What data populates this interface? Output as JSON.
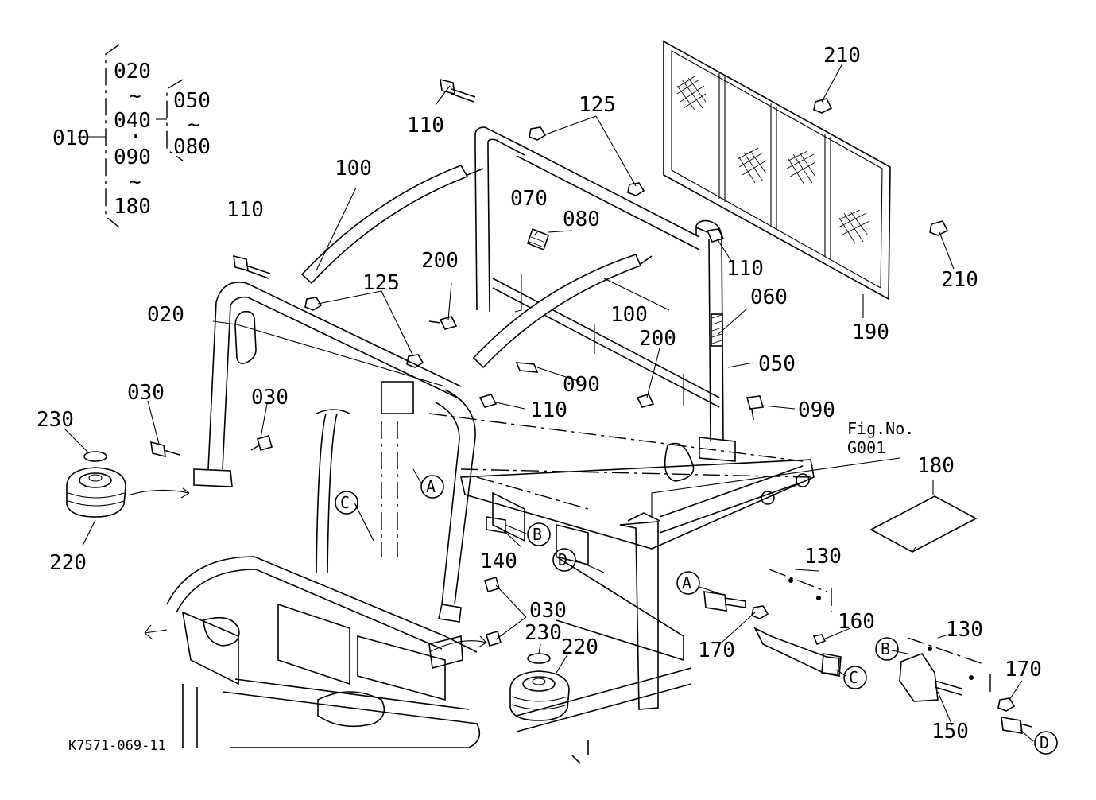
{
  "diagram_id": "K7571-069-11",
  "ref": {
    "line1": "Fig.No.",
    "line2": "G001"
  },
  "legend": {
    "parent": "010",
    "group_a": [
      "020",
      "~",
      "040",
      "·",
      "090",
      "~",
      "180"
    ],
    "group_b": [
      "050",
      "~",
      "080"
    ]
  },
  "parts": {
    "p110_top": "110",
    "p110_left": "110",
    "p110_right": "110",
    "p110_mid": "110",
    "p125_top": "125",
    "p125_mid": "125",
    "p100_left": "100",
    "p100_right": "100",
    "p070": "070",
    "p080": "080",
    "p200_left": "200",
    "p200_right": "200",
    "p020": "020",
    "p060": "060",
    "p050": "050",
    "p090_mid": "090",
    "p090_right": "090",
    "p030_left1": "030",
    "p030_left2": "030",
    "p030_bottom": "030",
    "p230_left": "230",
    "p230_bottom": "230",
    "p220_left": "220",
    "p220_bottom": "220",
    "p210_top": "210",
    "p210_right": "210",
    "p190": "190",
    "p180": "180",
    "p140": "140",
    "p130_a": "130",
    "p130_b": "130",
    "p160": "160",
    "p170_a": "170",
    "p170_b": "170",
    "p150": "150"
  },
  "callouts": {
    "A": "A",
    "B": "B",
    "C": "C",
    "D": "D"
  }
}
